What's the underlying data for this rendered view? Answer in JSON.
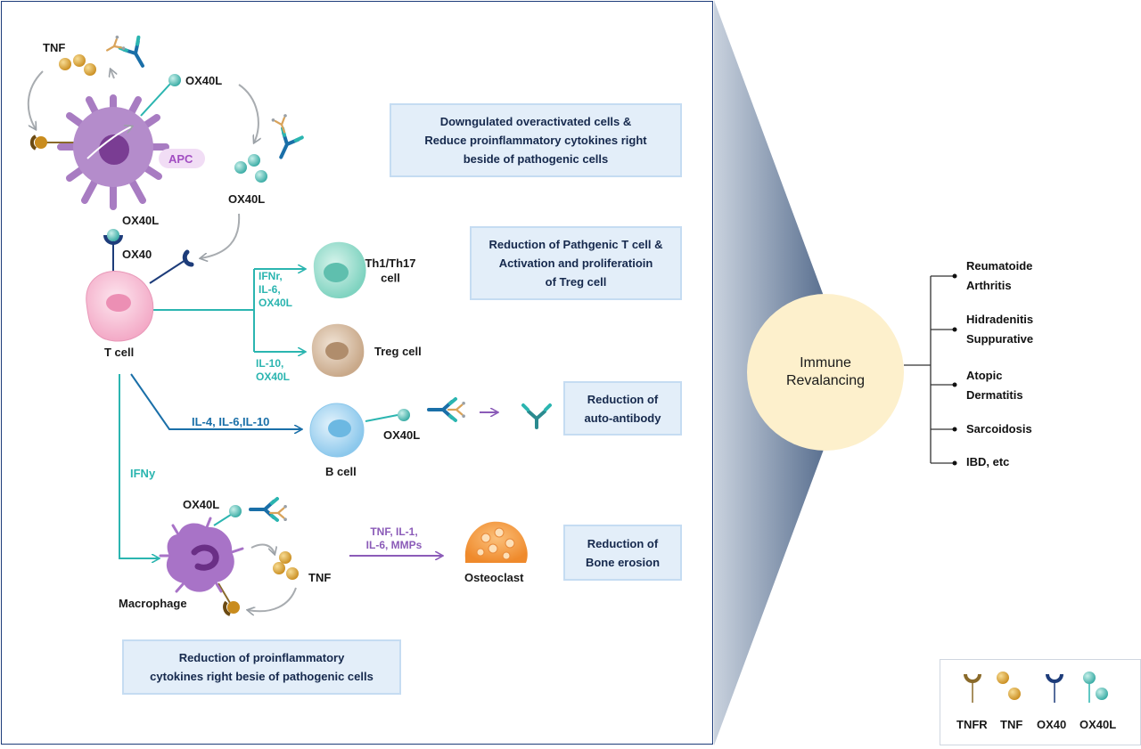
{
  "boxes": {
    "downregulated": "Downgulated overactivated cells &\nReduce proinflammatory cytokines right\nbeside of pathogenic cells",
    "pathogenic_t": "Reduction of Pathgenic T cell &\nActivation and proliferatioin\nof Treg cell",
    "auto_antibody": "Reduction of\nauto-antibody",
    "bone_erosion": "Reduction of\nBone erosion",
    "proinflammatory": "Reduction of proinflammatory\ncytokines right besie of pathogenic cells"
  },
  "labels": {
    "tnf_top": "TNF",
    "ox40l_top": "OX40L",
    "apc": "APC",
    "ox40l_mid": "OX40L",
    "ox40l_apc": "OX40L",
    "ox40": "OX40",
    "t_cell": "T cell",
    "th_cell": "Th1/Th17\ncell",
    "treg_cell": "Treg cell",
    "cyto_th": "IFNr,\nIL-6,\nOX40L",
    "cyto_treg": "IL-10,\nOX40L",
    "cyto_b": "IL-4, IL-6,IL-10",
    "b_cell": "B cell",
    "ox40l_b": "OX40L",
    "ifny": "IFNy",
    "ox40l_mac": "OX40L",
    "tnf_mac": "TNF",
    "macrophage": "Macrophage",
    "cyto_osteo": "TNF, IL-1,\nIL-6, MMPs",
    "osteoclast": "Osteoclast"
  },
  "hub": {
    "label": "Immune\nRevalancing"
  },
  "diseases": [
    "Reumatoide\nArthritis",
    "Hidradenitis\nSuppurative",
    "Atopic\nDermatitis",
    "Sarcoidosis",
    "IBD, etc"
  ],
  "legend": [
    "TNFR",
    "TNF",
    "OX40",
    "OX40L"
  ],
  "colors": {
    "teal_line": "#2bb5b0",
    "blue_line": "#1a6fa8",
    "purple_line": "#8b5bb8",
    "navy": "#1d3c7a",
    "apc_purple": "#b48ccb",
    "tnf_gold": "#e0a83a",
    "hub_fill": "#fdf0cc"
  }
}
